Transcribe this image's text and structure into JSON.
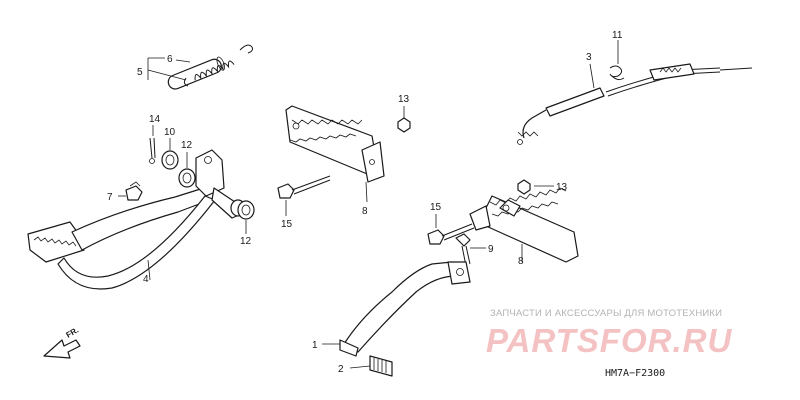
{
  "diagram_code": "HM7A−F2300",
  "direction_marker": "FR.",
  "watermark": {
    "subtitle": "ЗАПЧАСТИ И АКСЕССУАРЫ ДЛЯ МОТОТЕХНИКИ",
    "logo": "PARTSFOR.RU"
  },
  "callouts": {
    "c1": "1",
    "c2": "2",
    "c3": "3",
    "c4": "4",
    "c5": "5",
    "c6": "6",
    "c7": "7",
    "c8a": "8",
    "c8b": "8",
    "c9": "9",
    "c10": "10",
    "c11": "11",
    "c12a": "12",
    "c12b": "12",
    "c13a": "13",
    "c13b": "13",
    "c14": "14",
    "c15a": "15",
    "c15b": "15"
  }
}
